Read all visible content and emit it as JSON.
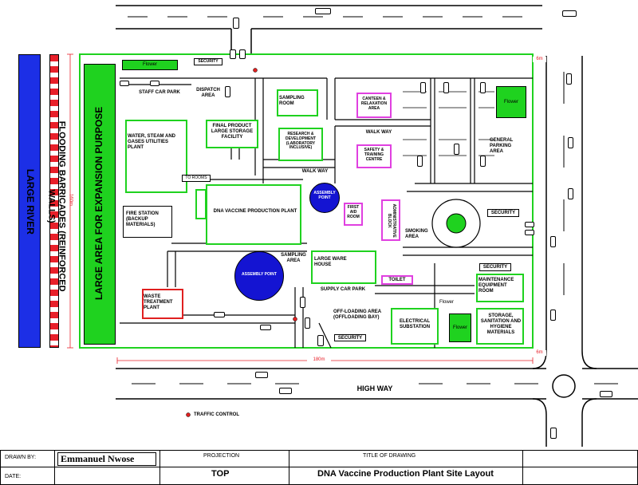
{
  "colors": {
    "green": "#1fd21f",
    "river": "#1c2fe6",
    "barricade_red": "#e8202a",
    "assembly": "#1414d2",
    "pink": "#e040e0",
    "red": "#e02020"
  },
  "labels": {
    "river": "LARGE RIVER",
    "barricades": "FLOODING BARRICADES (REINFORCED WALLS)",
    "expansion": "LARGE AREA FOR EXPANSION PURPOSE",
    "flower_top": "Flower",
    "security_top": "SECURITY",
    "staff_car_park": "STAFF CAR PARK",
    "dispatch_area": "DISPATCH AREA",
    "water_steam": "WATER, STEAM AND GASES UTILITIES PLANT",
    "final_product": "FINAL PRODUCT LARGE STORAGE FACILITY",
    "sampling_room": "SAMPLING ROOM",
    "research": "RESEARCH & DEVELOPMENT (LABORATORY INCLUSIVE)",
    "canteen": "CANTEEN & RELAXATION AREA",
    "walk_way_1": "WALK WAY",
    "walk_way_2": "WALK WAY",
    "safety": "SAFETY & TRAINING CENTRE",
    "general_parking": "GENERAL PARKING AREA",
    "flower_right": "Flower",
    "to_rooms": "TO ROOMS",
    "dna_plant": "DNA VACCINE PRODUCTION PLANT",
    "assembly_small": "ASSEMBLY POINT",
    "first_aid": "FIRST AID ROOM",
    "admin_block": "ADMINISTRATIVE BLOCK",
    "fire_station": "FIRE STATION (BACKUP MATERIALS)",
    "security_mid": "SECURITY",
    "smoking_area": "SMOKING AREA",
    "sampling_area": "SAMPLING AREA",
    "large_warehouse": "LARGE WARE HOUSE",
    "assembly_large": "ASSEMBLY POINT",
    "security_right": "SECURITY",
    "toilet": "TOILET",
    "supply_car_park": "SUPPLY CAR PARK",
    "maintenance": "MAINTENANCE EQUIPMENT ROOM",
    "waste": "WASTE TREATMENT PLANT",
    "flower_mid": "Flower",
    "offloading": "OFF-LOADING AREA (OFFLOADING BAY)",
    "electrical": "ELECTRICAL SUBSTATION",
    "flower_small": "Flower",
    "storage": "STORAGE, SANITATION AND HYGIENE MATERIALS",
    "security_bottom": "SECURITY",
    "dim_160m": "160m",
    "dim_180m": "180m",
    "dim_6m_top": "6m",
    "dim_6m_bottom": "6m",
    "high_way": "HIGH WAY",
    "traffic_control": "TRAFFIC CONTROL"
  },
  "title_block": {
    "drawn_by_label": "DRAWN BY:",
    "drawn_by_value": "Emmanuel Nwose",
    "date_label": "DATE:",
    "projection_label": "PROJECTION",
    "projection_value": "TOP",
    "title_label": "TITLE OF DRAWING",
    "title_value": "DNA Vaccine Production Plant Site Layout"
  }
}
